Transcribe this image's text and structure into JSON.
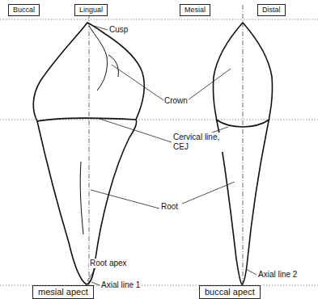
{
  "diagram": {
    "nodes": [
      {
        "text": [
          "Buccal"
        ]
      },
      {
        "text": [
          "Lingual"
        ]
      },
      {
        "text": [
          "Mesial"
        ]
      },
      {
        "text": [
          "Distal"
        ]
      },
      {
        "text": [
          "mesial apect"
        ]
      },
      {
        "text": [
          "buccal apect"
        ]
      }
    ],
    "labels": [
      "Cusp",
      "Crown",
      "Cervical line, CEJ",
      "Root",
      "Root apex",
      "Axial line 1",
      "Axial line 2"
    ]
  }
}
